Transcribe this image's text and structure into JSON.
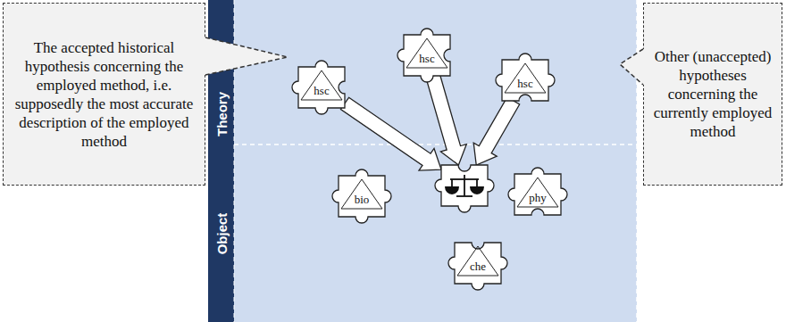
{
  "diagram": {
    "nodes": [
      {
        "text": [
          "The accepted historical hypothesis concerning the employed method, i.e. supposedly the most accurate description of the employed method"
        ]
      },
      {
        "text": [
          "hsc"
        ]
      },
      {
        "text": [
          "hsc"
        ]
      },
      {
        "text": [
          "hsc"
        ]
      },
      {
        "text": [
          "Other (unaccepted) hypotheses concerning the currently employed method"
        ]
      },
      {
        "text": [
          "bio"
        ]
      },
      {
        "text": []
      },
      {
        "text": [
          "phy"
        ]
      },
      {
        "text": [
          "che"
        ]
      }
    ],
    "edges": [
      {
        "from": 1,
        "to": 6,
        "arrow": "to"
      },
      {
        "from": 2,
        "to": 6,
        "arrow": "to"
      },
      {
        "from": 3,
        "to": 6,
        "arrow": "to"
      }
    ],
    "labels": [
      "Theory",
      "Object"
    ]
  }
}
